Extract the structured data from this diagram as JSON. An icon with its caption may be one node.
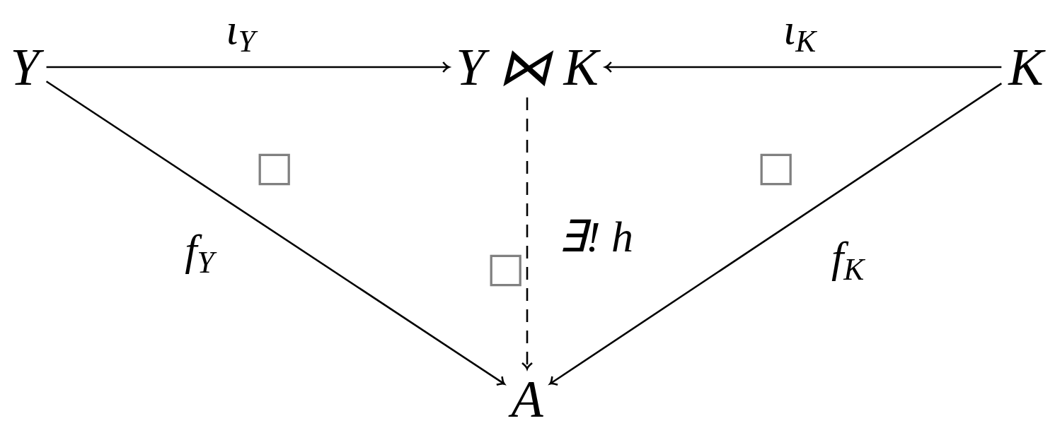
{
  "diagram": {
    "nodes": [
      {
        "text": [
          "Y"
        ]
      },
      {
        "text": [
          "Y ⋈ K"
        ]
      },
      {
        "text": [
          "K"
        ]
      },
      {
        "text": [
          "A"
        ]
      }
    ],
    "edges": [
      {
        "from": 0,
        "to": 1,
        "arrow": "to",
        "label": "ι$_{Y}$"
      },
      {
        "from": 2,
        "to": 1,
        "arrow": "to",
        "label": "ι$_{K}$"
      },
      {
        "from": 0,
        "to": 3,
        "arrow": "to",
        "label": "f$_{Y}$"
      },
      {
        "from": 2,
        "to": 3,
        "arrow": "to",
        "label": "f$_{K}$"
      },
      {
        "from": 1,
        "to": 3,
        "arrow": "to",
        "label": "∃! h",
        "style": "dashed"
      }
    ],
    "labels": [
      "□",
      "□",
      "□"
    ]
  }
}
